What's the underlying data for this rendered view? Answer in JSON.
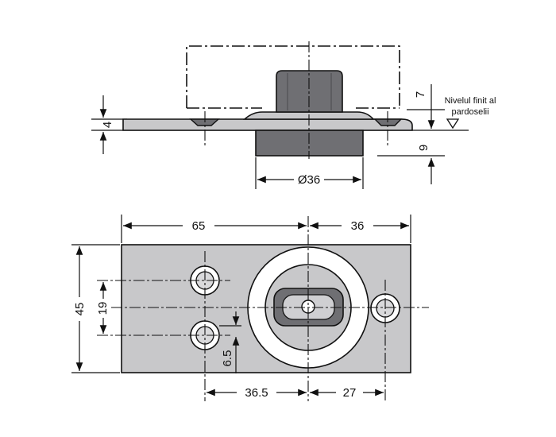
{
  "dimensions": {
    "top_plate_thickness": "4",
    "above_floor_height": "7",
    "below_floor_depth": "9",
    "body_diameter": "Ø36",
    "hinge_offset_left": "65",
    "hinge_offset_right": "36",
    "plate_width": "45",
    "hole_spacing": "19",
    "hole_offset": "6.5",
    "hole_to_center": "36.5",
    "center_to_hole": "27"
  },
  "notes": {
    "floor_level_line1": "Nivelul finit al",
    "floor_level_line2": "pardoselii"
  },
  "colors": {
    "plate": "#c8c8ca",
    "body": "#6f6f73",
    "spindle": "#59595d",
    "outline": "#111111"
  }
}
